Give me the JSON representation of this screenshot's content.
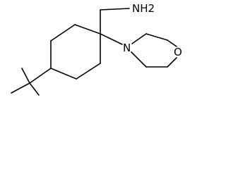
{
  "molecule": {
    "atoms": {
      "amine": "NH2",
      "morpholine_nitrogen": "N",
      "morpholine_oxygen": "O"
    }
  },
  "colors": {
    "ink": "#000000",
    "background": "#ffffff"
  }
}
